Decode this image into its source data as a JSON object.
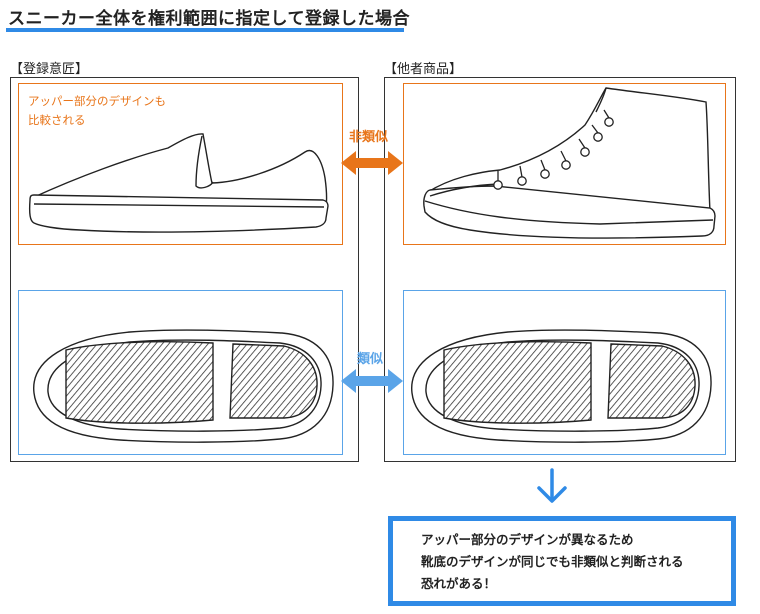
{
  "header": {
    "title": "スニーカー全体を権利範囲に指定して登録した場合"
  },
  "left_panel": {
    "label": "【登録意匠】",
    "note_lines": [
      "アッパー部分のデザインも",
      "比較される"
    ]
  },
  "right_panel": {
    "label": "【他者商品】"
  },
  "comparison": {
    "upper": {
      "label": "非類似",
      "color": "#e8751a"
    },
    "sole": {
      "label": "類似",
      "color": "#5aa4e8"
    }
  },
  "conclusion": {
    "lines": [
      "アッパー部分のデザインが異なるため",
      "靴底のデザインが同じでも非類似と判断される",
      "恐れがある！"
    ]
  },
  "colors": {
    "accent_blue": "#2f8ae6",
    "accent_orange": "#e8751a",
    "light_blue": "#5aa4e8"
  }
}
